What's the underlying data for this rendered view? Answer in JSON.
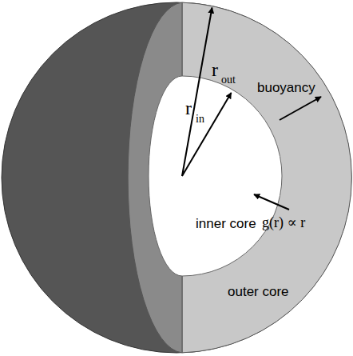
{
  "diagram": {
    "nodes": [
      {
        "text": [
          "outer core"
        ]
      },
      {
        "text": [
          "inner core"
        ],
        "in": 0
      }
    ],
    "labels": [
      "r",
      "out",
      "r",
      "in",
      "buoyancy",
      "g(r) ∝ r"
    ]
  }
}
